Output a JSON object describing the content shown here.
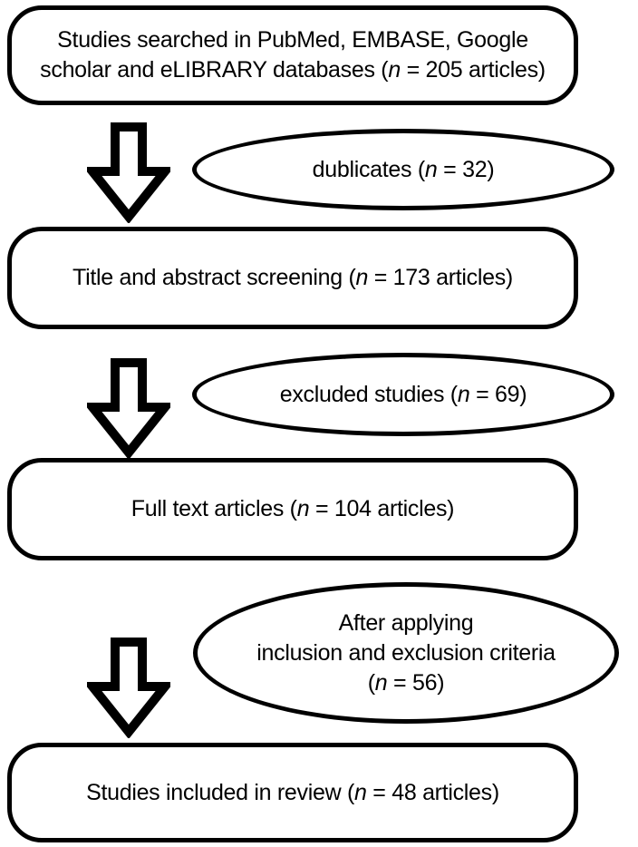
{
  "colors": {
    "background": "#ffffff",
    "outline": "#000000",
    "text": "#000000"
  },
  "flowchart": {
    "nodes": {
      "studies_searched": {
        "shape": "box",
        "lines": [
          [
            {
              "t": "Studies searched in PubMed, EMBASE, Google"
            }
          ],
          [
            {
              "t": "scholar and eLIBRARY databases ("
            },
            {
              "t": "n",
              "i": true
            },
            {
              "t": " = 205 articles)"
            }
          ]
        ]
      },
      "duplicates": {
        "shape": "ellipse",
        "lines": [
          [
            {
              "t": "dublicates ("
            },
            {
              "t": "n",
              "i": true
            },
            {
              "t": " = 32)"
            }
          ]
        ]
      },
      "title_abstract_screening": {
        "shape": "box",
        "lines": [
          [
            {
              "t": "Title and abstract screening ("
            },
            {
              "t": "n",
              "i": true
            },
            {
              "t": " = 173 articles)"
            }
          ]
        ]
      },
      "excluded_studies": {
        "shape": "ellipse",
        "lines": [
          [
            {
              "t": "excluded studies ("
            },
            {
              "t": "n",
              "i": true
            },
            {
              "t": " = 69)"
            }
          ]
        ]
      },
      "full_text_articles": {
        "shape": "box",
        "lines": [
          [
            {
              "t": "Full text articles ("
            },
            {
              "t": "n",
              "i": true
            },
            {
              "t": " = 104 articles)"
            }
          ]
        ]
      },
      "inclusion_exclusion_criteria": {
        "shape": "ellipse",
        "lines": [
          [
            {
              "t": "After applying"
            }
          ],
          [
            {
              "t": "inclusion and exclusion criteria"
            }
          ],
          [
            {
              "t": "("
            },
            {
              "t": "n",
              "i": true
            },
            {
              "t": " = 56)"
            }
          ]
        ]
      },
      "studies_included": {
        "shape": "box",
        "lines": [
          [
            {
              "t": "Studies included in review ("
            },
            {
              "t": "n",
              "i": true
            },
            {
              "t": " = 48 articles)"
            }
          ]
        ]
      }
    },
    "arrows": [
      {
        "name": "arrow-1",
        "direction": "down"
      },
      {
        "name": "arrow-2",
        "direction": "down"
      },
      {
        "name": "arrow-3",
        "direction": "down"
      }
    ]
  }
}
